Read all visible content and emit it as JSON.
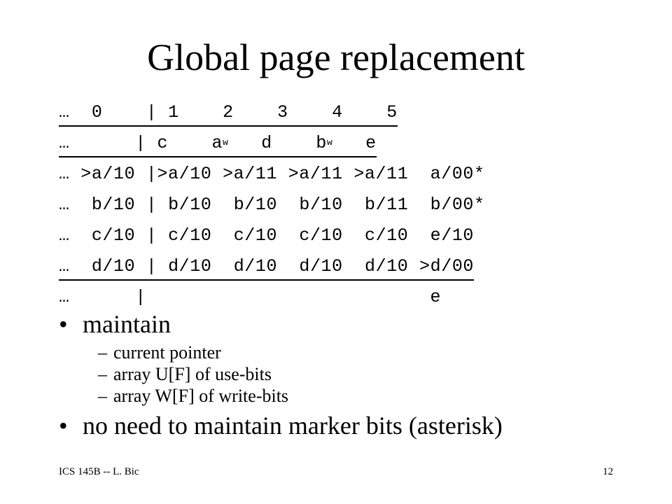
{
  "slide": {
    "title": "Global page replacement",
    "trace": {
      "rows": [
        {
          "cells": [
            "…",
            "0",
            "| 1",
            "2",
            "3",
            "4",
            "5"
          ]
        },
        {
          "cells": [
            "…",
            "",
            "| c",
            "a",
            "d",
            "b",
            "e"
          ],
          "superscripts": {
            "a": "w",
            "b": "w"
          }
        },
        {
          "cells": [
            "…",
            ">a/10",
            "|>a/10",
            ">a/11",
            ">a/11",
            ">a/11",
            "a/00*"
          ]
        },
        {
          "cells": [
            "…",
            "b/10",
            "| b/10",
            "b/10",
            "b/10",
            "b/11",
            "b/00*"
          ]
        },
        {
          "cells": [
            "…",
            "c/10",
            "| c/10",
            "c/10",
            "c/10",
            "c/10",
            "e/10"
          ]
        },
        {
          "cells": [
            "…",
            "d/10",
            "| d/10",
            "d/10",
            "d/10",
            "d/10",
            ">d/00"
          ]
        },
        {
          "cells": [
            "…",
            "",
            "|",
            "",
            "",
            "",
            "e"
          ]
        }
      ]
    },
    "bullets": [
      {
        "text": "maintain",
        "subitems": [
          "current pointer",
          "array U[F] of use-bits",
          "array W[F] of write-bits"
        ]
      },
      {
        "text": "no need to maintain marker bits (asterisk)",
        "subitems": []
      }
    ],
    "bullet_glyph": "•",
    "sub_glyph": "–",
    "footer": {
      "left": "ICS 145B -- L. Bic",
      "right": "12"
    }
  }
}
